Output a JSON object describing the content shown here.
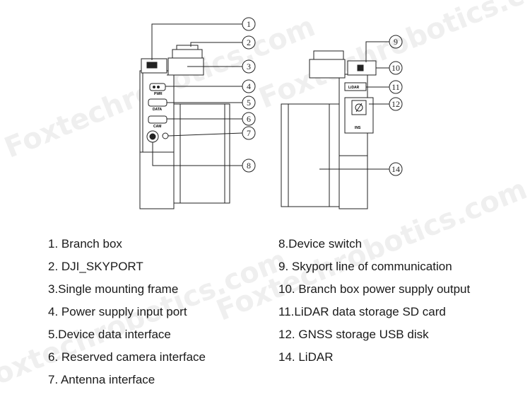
{
  "watermark": "Foxtechrobotics.com",
  "callouts": [
    "1",
    "2",
    "3",
    "4",
    "5",
    "6",
    "7",
    "8",
    "9",
    "10",
    "11",
    "12",
    "14"
  ],
  "panel_labels": {
    "pwr": "PWR",
    "data": "DATA",
    "cam": "CAM",
    "lidar": "LiDAR",
    "rtk": "INS"
  },
  "legend": {
    "left": [
      "1. Branch box",
      "2. DJI_SKYPORT",
      "3.Single mounting frame",
      "4. Power supply input port",
      "5.Device data interface",
      "6. Reserved camera interface",
      "7. Antenna interface"
    ],
    "right": [
      "8.Device switch",
      "9. Skyport line of communication",
      "10. Branch box power supply output",
      "11.LiDAR data storage SD card",
      "12. GNSS storage USB disk",
      "14. LiDAR"
    ]
  }
}
